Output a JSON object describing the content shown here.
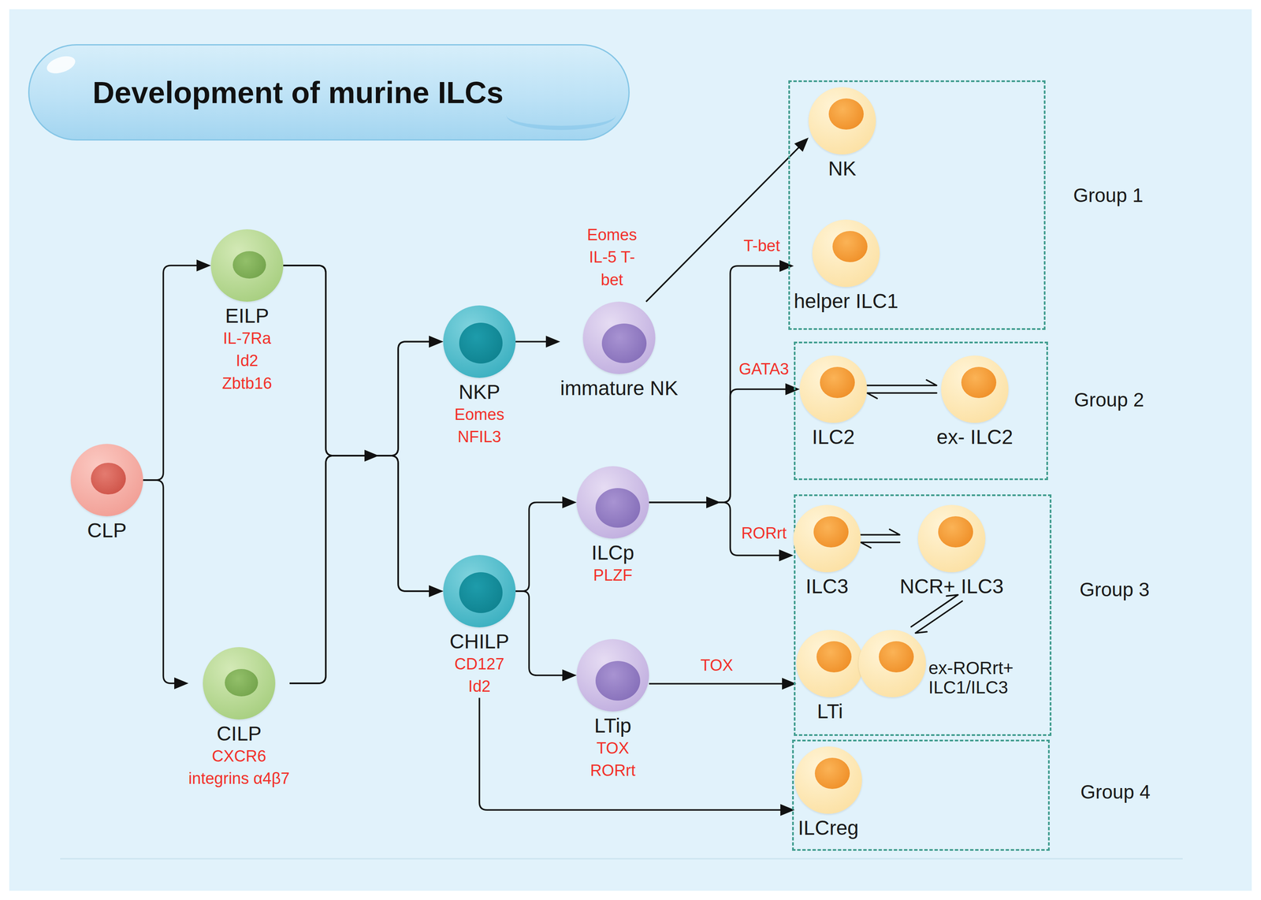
{
  "diagram": {
    "title": "Development of murine ILCs",
    "nodes": [
      {
        "text": [
          "CLP"
        ]
      },
      {
        "text": [
          "EILP",
          "IL-7Ra",
          "Id2",
          "Zbtb16"
        ]
      },
      {
        "text": [
          "CILP",
          "CXCR6",
          "integrins α4β7"
        ]
      },
      {
        "text": [
          "NKP",
          "Eomes",
          "NFIL3"
        ]
      },
      {
        "text": [
          "CHILP",
          "CD127",
          "Id2"
        ]
      },
      {
        "text": [
          "immature NK"
        ]
      },
      {
        "text": [
          "ILCp",
          "PLZF"
        ]
      },
      {
        "text": [
          "LTip",
          "TOX",
          "RORrt"
        ]
      },
      {
        "text": [
          "Group 1"
        ]
      },
      {
        "text": [
          "NK"
        ],
        "in": 8
      },
      {
        "text": [
          "helper ILC1"
        ],
        "in": 8
      },
      {
        "text": [
          "Group 2"
        ]
      },
      {
        "text": [
          "ILC2"
        ],
        "in": 11
      },
      {
        "text": [
          "ex- ILC2"
        ],
        "in": 11
      },
      {
        "text": [
          "Group 3"
        ]
      },
      {
        "text": [
          "ILC3"
        ],
        "in": 14
      },
      {
        "text": [
          "NCR+ ILC3"
        ],
        "in": 14
      },
      {
        "text": [
          "LTi"
        ],
        "in": 14
      },
      {
        "text": [
          "ex-RORrt+ ILC1/ILC3"
        ],
        "in": 14
      },
      {
        "text": [
          "Group 4"
        ]
      },
      {
        "text": [
          "ILCreg"
        ],
        "in": 19
      }
    ],
    "edges": [
      {
        "from": 0,
        "to": 1,
        "arrow": "to"
      },
      {
        "from": 0,
        "to": 2,
        "arrow": "to"
      },
      {
        "from": 1,
        "to": 3,
        "arrow": "to"
      },
      {
        "from": 1,
        "to": 4,
        "arrow": "to"
      },
      {
        "from": 2,
        "to": 3,
        "arrow": "to"
      },
      {
        "from": 2,
        "to": 4,
        "arrow": "to"
      },
      {
        "from": 3,
        "to": 5,
        "arrow": "to"
      },
      {
        "from": 5,
        "to": 9,
        "label": "Eomes IL-5 T-bet",
        "arrow": "to"
      },
      {
        "from": 4,
        "to": 6,
        "arrow": "to"
      },
      {
        "from": 4,
        "to": 7,
        "arrow": "to"
      },
      {
        "from": 6,
        "to": 10,
        "label": "T-bet",
        "arrow": "to"
      },
      {
        "from": 6,
        "to": 12,
        "label": "GATA3",
        "arrow": "to"
      },
      {
        "from": 6,
        "to": 15,
        "label": "RORrt",
        "arrow": "to"
      },
      {
        "from": 7,
        "to": 17,
        "label": "TOX",
        "arrow": "to"
      },
      {
        "from": 4,
        "to": 20,
        "arrow": "to"
      },
      {
        "from": 12,
        "to": 13,
        "arrow": "both"
      },
      {
        "from": 15,
        "to": 16,
        "arrow": "both"
      },
      {
        "from": 16,
        "to": 18,
        "arrow": "both"
      }
    ]
  }
}
